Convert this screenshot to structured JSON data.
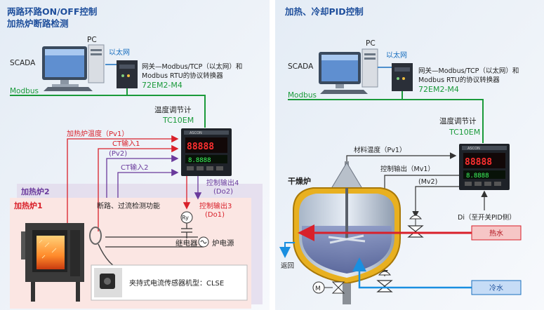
{
  "left": {
    "title_line1": "两路环路ON/OFF控制",
    "title_line2": "加热炉断路检测",
    "pc_label": "PC",
    "scada_label": "SCADA",
    "ethernet_label": "以太网",
    "gateway_line1": "网关—Modbus/TCP（以太网）和",
    "gateway_line2": "Modbus RTU的协议转换器",
    "gateway_model": "72EM2-M4",
    "modbus_label": "Modbus",
    "controller_label": "温度调节计",
    "controller_model": "TC10EM",
    "pv1_label": "加热炉温度（Pv1）",
    "ct1_label": "CT输入1",
    "pv2_label": "(Pv2)",
    "ct2_label": "CT输入2",
    "furnace2_label": "加热炉2",
    "furnace1_label": "加热炉1",
    "function_label": "断路、过流检测功能",
    "do2_line1": "控制输出4",
    "do2_line2": "(Do2)",
    "do1_line1": "控制输出3",
    "do1_line2": "(Do1)",
    "relay_symbol": "Ry",
    "relay_label": "继电器",
    "power_label": "炉电源",
    "sensor_caption": "夹持式电流传感器机型：CLSE"
  },
  "right": {
    "title": "加热、冷却PID控制",
    "pc_label": "PC",
    "scada_label": "SCADA",
    "ethernet_label": "以太网",
    "gateway_line1": "网关—Modbus/TCP（以太网）和",
    "gateway_line2": "Modbus RTU的协议转换器",
    "gateway_model": "72EM2-M4",
    "modbus_label": "Modbus",
    "controller_label": "温度调节计",
    "controller_model": "TC10EM",
    "material_temp_label": "材料温度（Pv1）",
    "mv1_label": "控制输出（Mv1）",
    "mv2_label": "(Mv2)",
    "dryer_label": "干燥炉",
    "di_label": "Di（至开关PID侧）",
    "hot_water_label": "热水",
    "cold_water_label": "冷水",
    "return_label": "返回",
    "motor_symbol": "M"
  },
  "controller_display": {
    "pv_digits": "88888",
    "sv_digits": "8.8888",
    "brand": "ASCON"
  },
  "colors": {
    "title_blue": "#1f4f9c",
    "modbus_green": "#1a9a3a",
    "signal_red": "#d9202a",
    "signal_purple": "#6a3a9c",
    "hot_water_fill": "#f6c6c6",
    "cold_water_fill": "#c6dcf6"
  }
}
